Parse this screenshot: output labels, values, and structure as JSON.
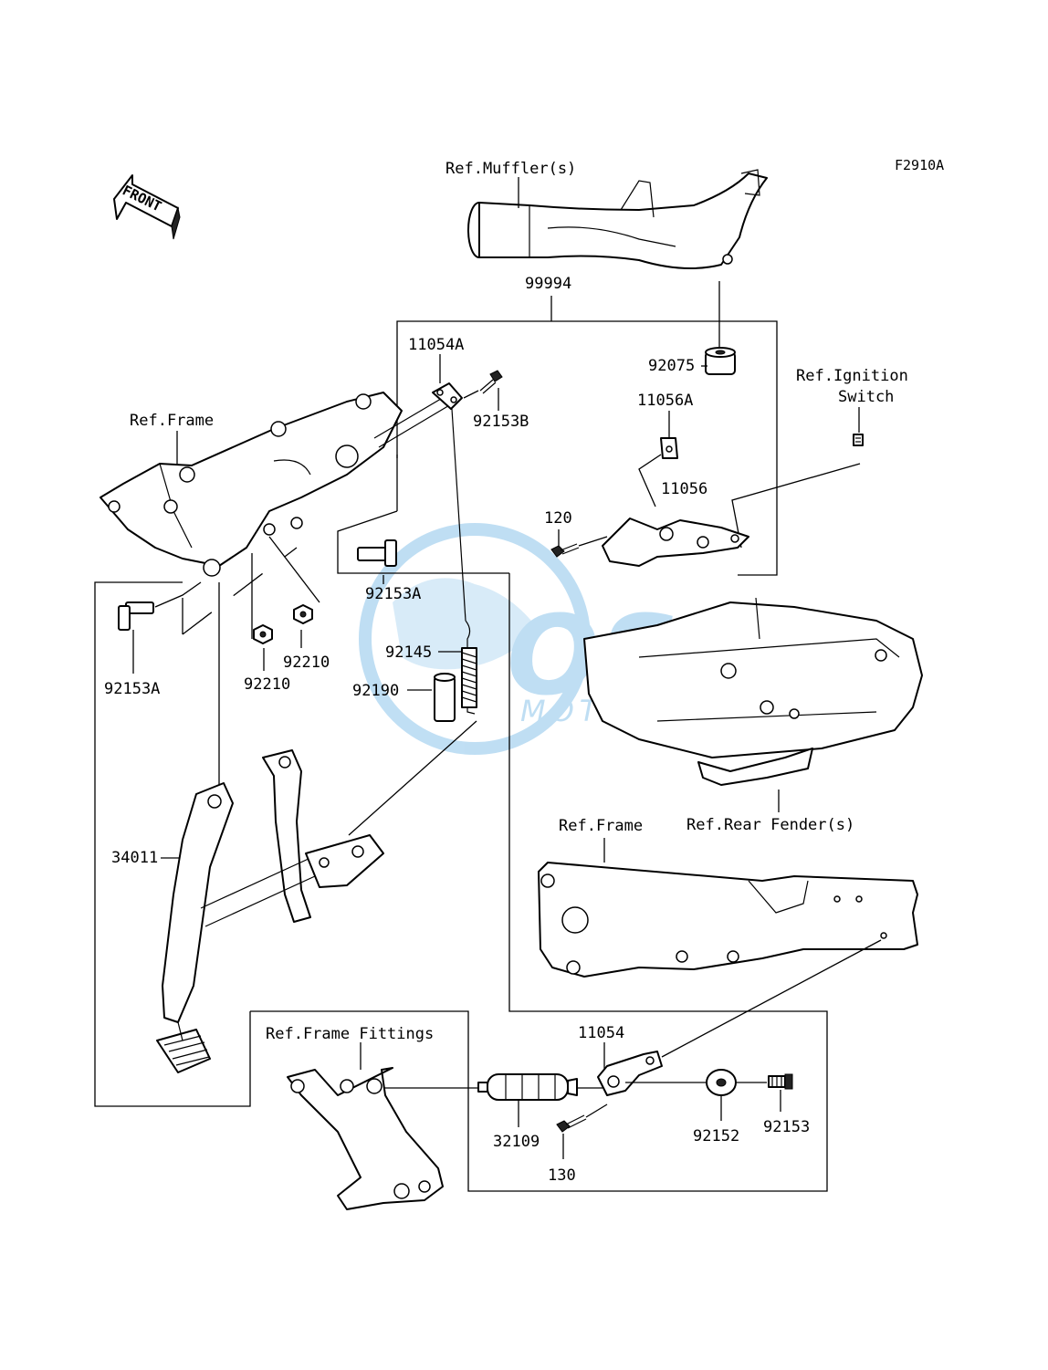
{
  "figure_code": "F2910A",
  "direction_label": "FRONT",
  "refs": {
    "muffler": "Ref.Muffler(s)",
    "frame_left": "Ref.Frame",
    "ignition_line1": "Ref.Ignition",
    "ignition_line2": "Switch",
    "frame_right": "Ref.Frame",
    "rear_fender": "Ref.Rear Fender(s)",
    "frame_fittings": "Ref.Frame Fittings"
  },
  "parts": {
    "p99994": "99994",
    "p11054A": "11054A",
    "p92153B": "92153B",
    "p92075": "92075",
    "p11056A": "11056A",
    "p11056": "11056",
    "p120": "120",
    "p92153A_right": "92153A",
    "p92153A_left": "92153A",
    "p92210_right": "92210",
    "p92210_left": "92210",
    "p92145": "92145",
    "p92190": "92190",
    "p34011": "34011",
    "p11054": "11054",
    "p32109": "32109",
    "p130": "130",
    "p92152": "92152",
    "p92153": "92153"
  },
  "watermark": {
    "brand": "OSM",
    "sub": "MOTORPARTS",
    "color": "#4aa3df"
  }
}
